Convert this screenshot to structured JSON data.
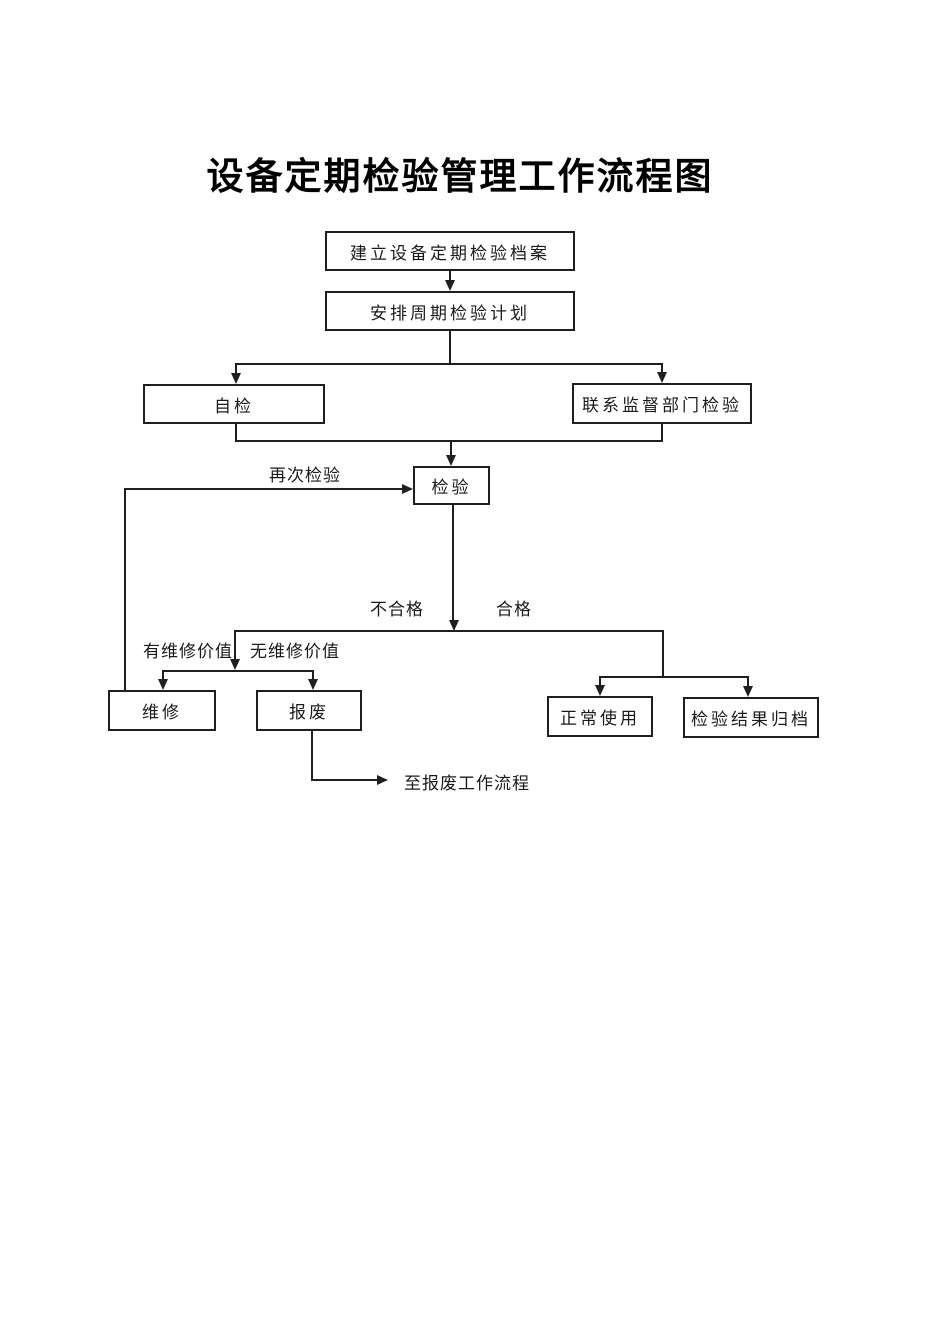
{
  "title": "设备定期检验管理工作流程图",
  "nodes": {
    "establish_archive": "建立设备定期检验档案",
    "schedule_plan": "安排周期检验计划",
    "self_check": "自检",
    "contact_supervision": "联系监督部门检验",
    "inspection": "检验",
    "repair": "维修",
    "scrap": "报废",
    "normal_use": "正常使用",
    "result_archive": "检验结果归档"
  },
  "edge_labels": {
    "recheck": "再次检验",
    "fail": "不合格",
    "pass": "合格",
    "has_repair_value": "有维修价值",
    "no_repair_value": "无维修价值",
    "to_scrap_flow": "至报废工作流程"
  },
  "flow": [
    {
      "from": "建立设备定期检验档案",
      "to": "安排周期检验计划",
      "label": ""
    },
    {
      "from": "安排周期检验计划",
      "to": "自检",
      "label": ""
    },
    {
      "from": "安排周期检验计划",
      "to": "联系监督部门检验",
      "label": ""
    },
    {
      "from": "自检",
      "to": "检验",
      "label": ""
    },
    {
      "from": "联系监督部门检验",
      "to": "检验",
      "label": ""
    },
    {
      "from": "检验",
      "to": "维修",
      "label": "不合格 / 有维修价值"
    },
    {
      "from": "检验",
      "to": "报废",
      "label": "不合格 / 无维修价值"
    },
    {
      "from": "检验",
      "to": "正常使用",
      "label": "合格"
    },
    {
      "from": "检验",
      "to": "检验结果归档",
      "label": "合格"
    },
    {
      "from": "维修",
      "to": "检验",
      "label": "再次检验"
    },
    {
      "from": "报废",
      "to": "至报废工作流程",
      "label": ""
    }
  ],
  "colors": {
    "background": "#ffffff",
    "line": "#1f1f1f",
    "text": "#000000"
  }
}
